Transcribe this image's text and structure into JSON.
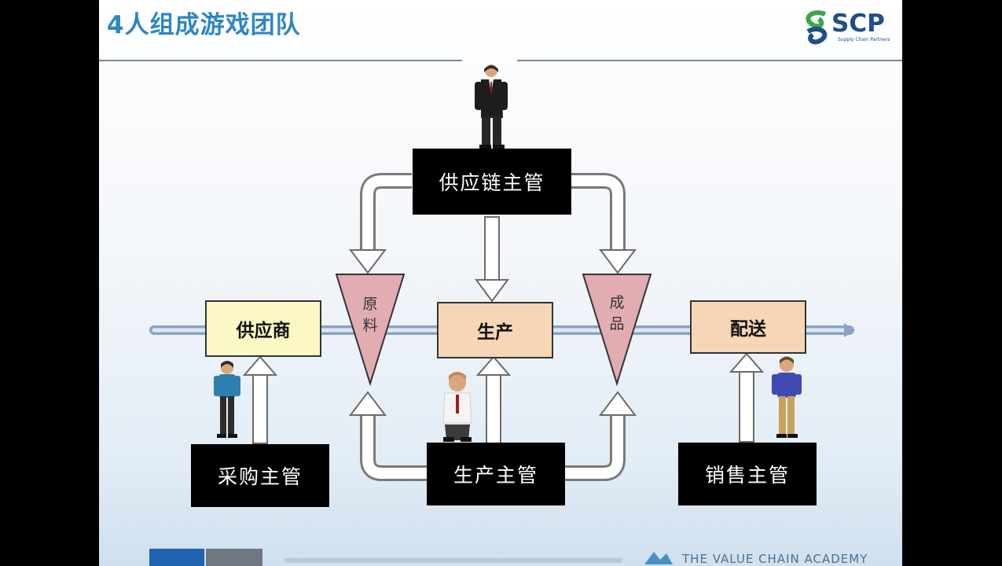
{
  "slide": {
    "title": "4人组成游戏团队"
  },
  "logo": {
    "text": "SCP",
    "subtitle": "Supply Chain Partners"
  },
  "stages": {
    "supplier": "供应商",
    "production": "生产",
    "delivery": "配送"
  },
  "inventory": {
    "raw_material": [
      "原",
      "料"
    ],
    "finished_goods": [
      "成",
      "品"
    ]
  },
  "roles": {
    "supply_chain_manager": "供应链主管",
    "purchasing_manager": "采购主管",
    "production_manager": "生产主管",
    "sales_manager": "销售主管"
  },
  "footer": {
    "brand_box": "",
    "academy": "THE VALUE CHAIN ACADEMY"
  },
  "colors": {
    "title": "#2f86c5",
    "supplier_box": "#fcf8c4",
    "production_box": "#f6d6b6",
    "delivery_box": "#f6d6b6",
    "triangle": "#e1adb3",
    "role_box": "#000000"
  }
}
